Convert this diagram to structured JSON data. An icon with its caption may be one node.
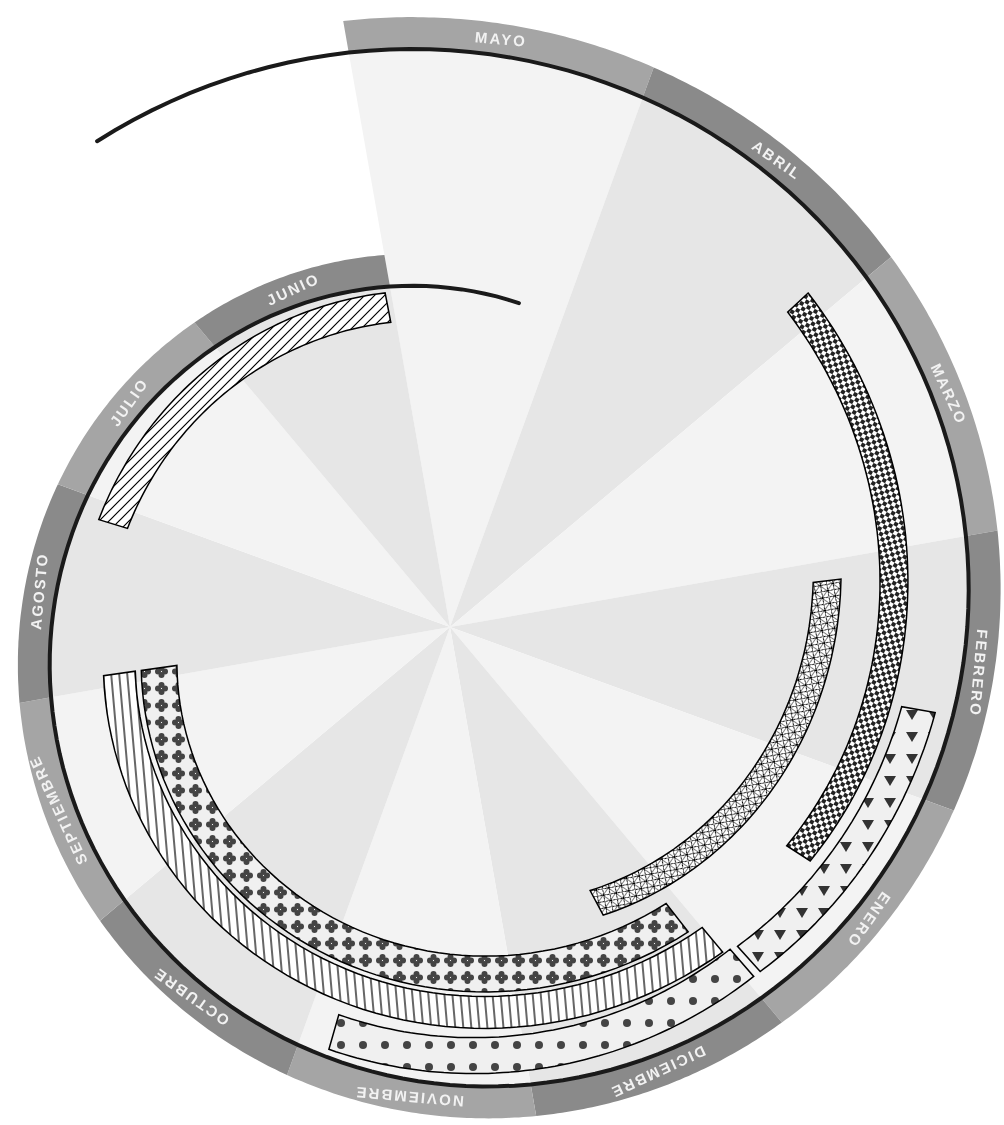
{
  "diagram": {
    "nodes": [
      {
        "text": [
          "MAYO"
        ]
      },
      {
        "text": [
          "ABRIL"
        ]
      },
      {
        "text": [
          "MARZO"
        ]
      },
      {
        "text": [
          "FEBRERO"
        ]
      },
      {
        "text": [
          "ENERO"
        ]
      },
      {
        "text": [
          "DICIEMBRE"
        ]
      },
      {
        "text": [
          "NOVIEMBRE"
        ]
      },
      {
        "text": [
          "OCTUBRE"
        ]
      },
      {
        "text": [
          "SEPTIEMBRE"
        ]
      },
      {
        "text": [
          "AGOSTO"
        ]
      },
      {
        "text": [
          "JULIO"
        ]
      },
      {
        "text": [
          "JUNIO"
        ]
      },
      {
        "text": [],
        "shape": "bar"
      },
      {
        "text": [],
        "shape": "bar"
      },
      {
        "text": [],
        "shape": "bar"
      },
      {
        "text": [],
        "shape": "bar"
      },
      {
        "text": [],
        "shape": "bar"
      },
      {
        "text": [],
        "shape": "bar"
      },
      {
        "text": [],
        "shape": "bar"
      }
    ]
  }
}
